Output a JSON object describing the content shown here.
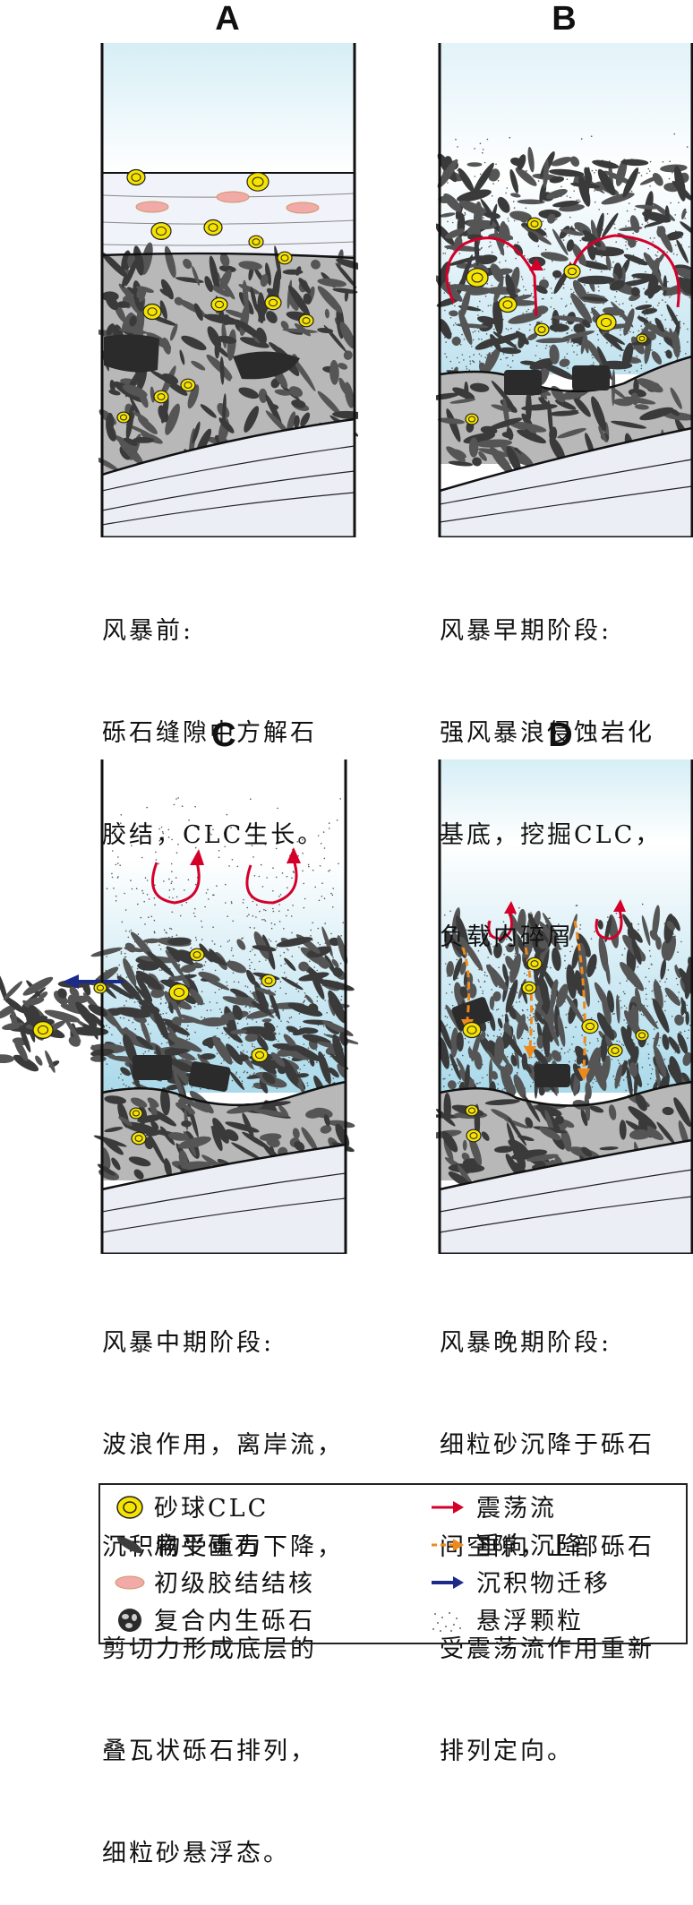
{
  "panels": [
    {
      "label": "A",
      "title": "风暴前:",
      "lines": [
        "砾石缝隙中方解石",
        "胶结，CLC生长。"
      ]
    },
    {
      "label": "B",
      "title": "风暴早期阶段:",
      "lines": [
        "强风暴浪侵蚀岩化",
        "基底，挖掘CLC，",
        "负载内碎屑"
      ]
    },
    {
      "label": "C",
      "title": "风暴中期阶段:",
      "lines": [
        "波浪作用，离岸流，",
        "沉积物受重力下降，",
        "剪切力形成底层的",
        "叠瓦状砾石排列，",
        "细粒砂悬浮态。"
      ]
    },
    {
      "label": "D",
      "title": "风暴晚期阶段:",
      "lines": [
        "细粒砂沉降于砾石",
        "间空隙，上部砾石",
        "受震荡流作用重新",
        "排列定向。"
      ]
    }
  ],
  "legend": {
    "left": [
      {
        "icon": "sand-ball-clc-icon",
        "label": "砂球CLC"
      },
      {
        "icon": "flat-gravel-icon",
        "label": "扁平砾石"
      },
      {
        "icon": "primary-cement-nodule-icon",
        "label": "初级胶结结核"
      },
      {
        "icon": "composite-intraclast-icon",
        "label": "复合内生砾石"
      }
    ],
    "right": [
      {
        "icon": "oscillating-flow-arrow-icon",
        "label": "震荡流"
      },
      {
        "icon": "vertical-settling-arrow-icon",
        "label": "垂向沉降"
      },
      {
        "icon": "sediment-migration-arrow-icon",
        "label": "沉积物迁移"
      },
      {
        "icon": "suspended-particles-icon",
        "label": "悬浮颗粒"
      }
    ]
  },
  "colors": {
    "water_top": "#ffffff",
    "water_bottom": "#a9d9ea",
    "gravel": "#3d3d3d",
    "clc_yellow": "#f6e300",
    "nodule_pink": "#f2aaa8",
    "flow_red": "#d4002a",
    "settle_orange": "#ee8a1c",
    "migrate_blue": "#1c2b8a",
    "layer_fill": "#e8ebf5"
  }
}
